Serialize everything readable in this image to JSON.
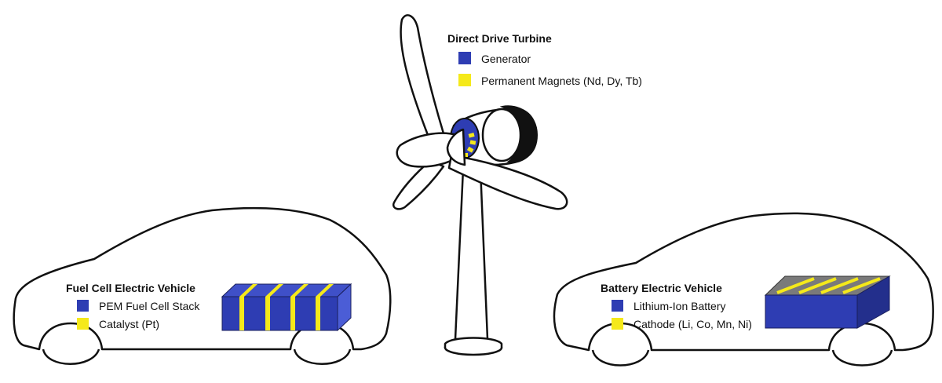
{
  "colors": {
    "component": "#2E3DB3",
    "component_dark": "#232F8C",
    "component_top": "#3F50C8",
    "highlight": "#F5E91A",
    "outline": "#111111",
    "battery_top": "#7A7A7A"
  },
  "turbine": {
    "title": "Direct Drive Turbine",
    "legend": [
      {
        "swatch": "component",
        "label": "Generator"
      },
      {
        "swatch": "highlight",
        "label": "Permanent Magnets (Nd, Dy, Tb)"
      }
    ]
  },
  "fuel_cell_vehicle": {
    "title": "Fuel Cell Electric Vehicle",
    "legend": [
      {
        "swatch": "component",
        "label": "PEM Fuel Cell Stack"
      },
      {
        "swatch": "highlight",
        "label": "Catalyst (Pt)"
      }
    ]
  },
  "battery_vehicle": {
    "title": "Battery Electric Vehicle",
    "legend": [
      {
        "swatch": "component",
        "label": "Lithium-Ion Battery"
      },
      {
        "swatch": "highlight",
        "label": "Cathode (Li, Co, Mn, Ni)"
      }
    ]
  }
}
